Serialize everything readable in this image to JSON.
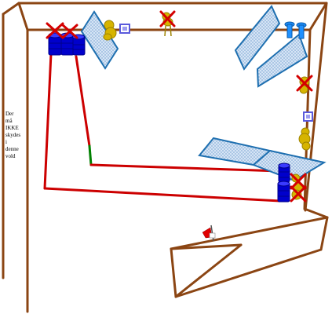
{
  "warning_note": {
    "lines": [
      "Der",
      "må",
      "IKKE",
      "skydes",
      "i",
      "denne",
      "vold"
    ]
  },
  "colors": {
    "wall": "#8b4513",
    "wire": "#cc0000",
    "wire_short_segment": "#008000",
    "panel_stroke": "#1e6fb0",
    "drum": "#0000cc",
    "cross": "#d40000",
    "bush": "#d6b400",
    "cap": "#1e90ff"
  },
  "icons": {
    "drum": "blue-barrel-icon",
    "panel": "hatched-panel-icon",
    "cross": "red-x-icon",
    "bush": "yellow-bush-icon",
    "box": "purple-square-icon",
    "flag": "red-flag-icon",
    "cap": "blue-cap-icon"
  }
}
